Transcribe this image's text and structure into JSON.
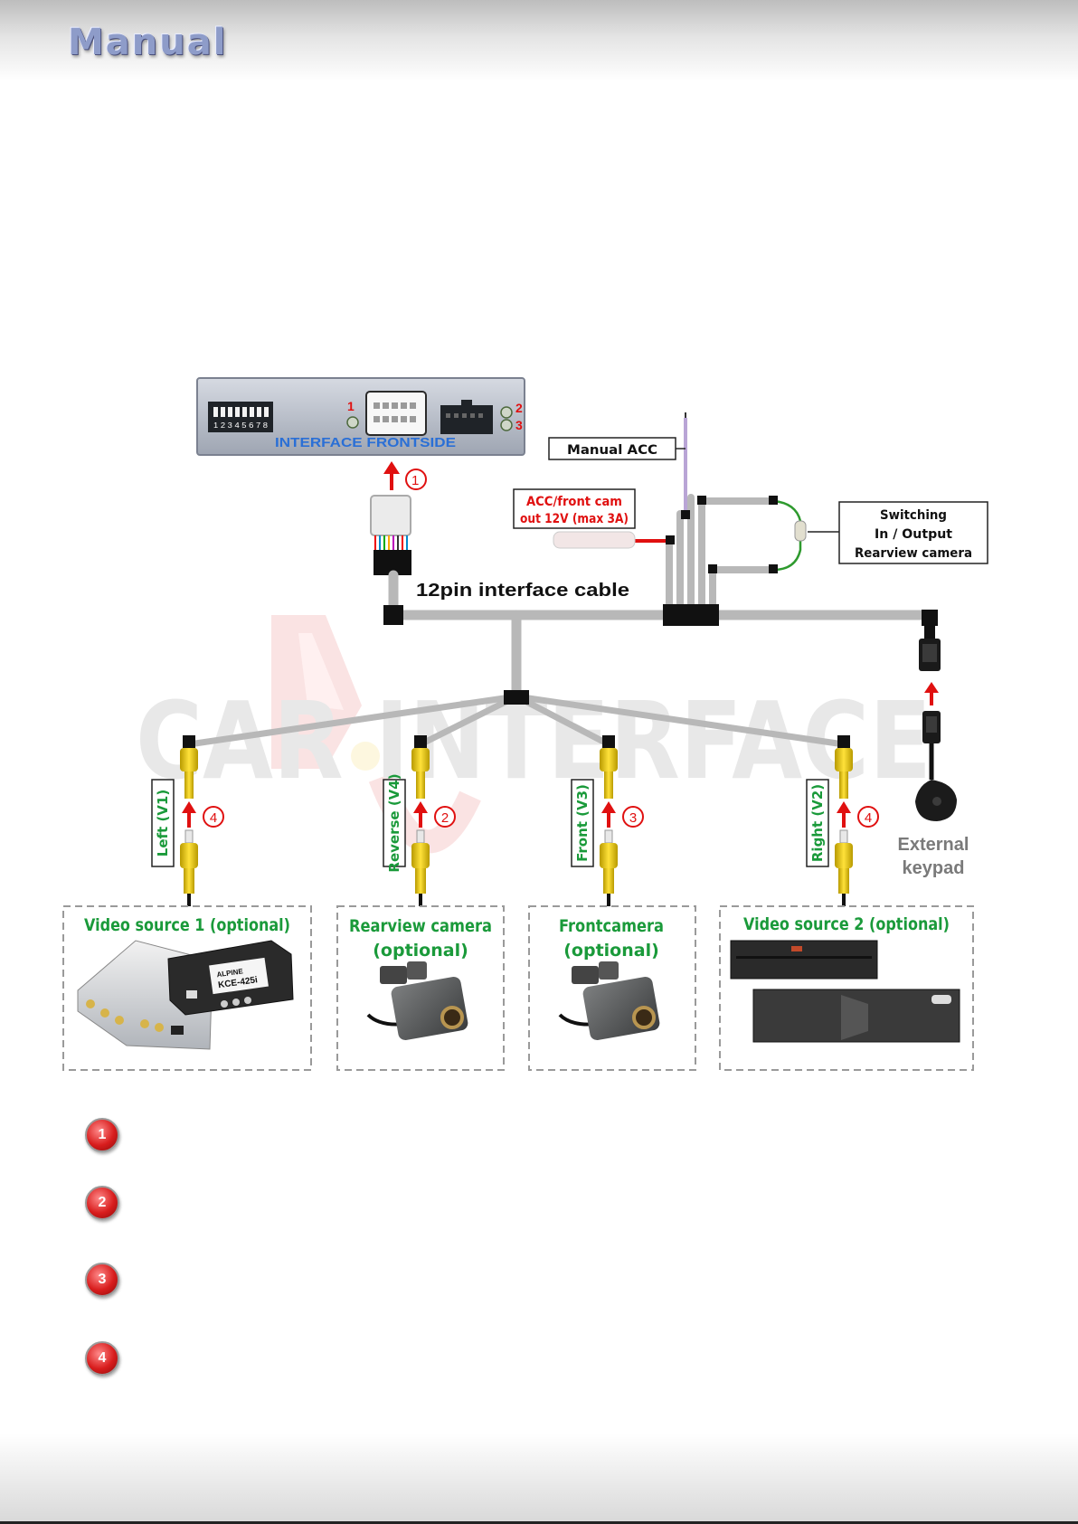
{
  "header": {
    "title": "Manual"
  },
  "interface": {
    "frontside_label": "INTERFACE FRONTSIDE",
    "dip_numbers": "1 2 3 4 5 6 7 8",
    "led_1": "1",
    "led_2": "2",
    "led_3": "3"
  },
  "cable": {
    "label": "12pin interface cable"
  },
  "labels": {
    "manual_acc": "Manual ACC",
    "acc_front_cam_line1": "ACC/front cam",
    "acc_front_cam_line2": "out  12V (max 3A)",
    "switching_line1": "Switching",
    "switching_line2": "In / Output",
    "switching_line3": "Rearview camera",
    "external_keypad_line1": "External",
    "external_keypad_line2": "keypad"
  },
  "inputs": [
    {
      "label": "Left (V1)",
      "step": "4"
    },
    {
      "label": "Reverse (V4)",
      "step": "2"
    },
    {
      "label": "Front  (V3)",
      "step": "3"
    },
    {
      "label": "Right  (V2)",
      "step": "4"
    }
  ],
  "connector_step": "1",
  "sources": [
    {
      "line1": "Video source 1 (optional)",
      "line2": ""
    },
    {
      "line1": "Rearview camera",
      "line2": "(optional)"
    },
    {
      "line1": "Frontcamera",
      "line2": "(optional)"
    },
    {
      "line1": "Video source 2 (optional)",
      "line2": ""
    }
  ],
  "device_text": {
    "kce": "KCE-425i",
    "alpine": "ALPINE"
  },
  "watermark": "CAR INTERFACE",
  "legend_markers": [
    "1",
    "2",
    "3",
    "4"
  ],
  "colors": {
    "green_text": "#1a9a3a",
    "red_text": "#e01010",
    "cable_grey": "#b8b8b8",
    "title_blue": "#8e9cc9",
    "frontside_blue": "#2a6fd6"
  }
}
